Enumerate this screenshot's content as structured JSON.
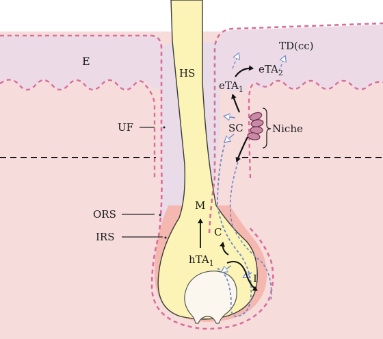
{
  "labels": {
    "E": "E",
    "HS": "HS",
    "TD": "TD(cc)",
    "eTA1_base": "eTA",
    "eTA1_sub": "1",
    "eTA2_base": "eTA",
    "eTA2_sub": "2",
    "SC": "SC",
    "Niche": "Niche",
    "UF": "UF",
    "ORS": "ORS",
    "IRS": "IRS",
    "M": "M",
    "C": "C",
    "hTA1_base": "hTA",
    "hTA1_sub": "1",
    "I": "I"
  },
  "colors": {
    "skin": "#f6dada",
    "epidermis": "#ecd6e2",
    "hair_shaft": "#fbf3b8",
    "irs": "#f4b6b0",
    "dashed_border": "#d9709a",
    "pathway": "#6c86c9",
    "arrow": "#111111",
    "niche_cells": "#c98aa6"
  }
}
